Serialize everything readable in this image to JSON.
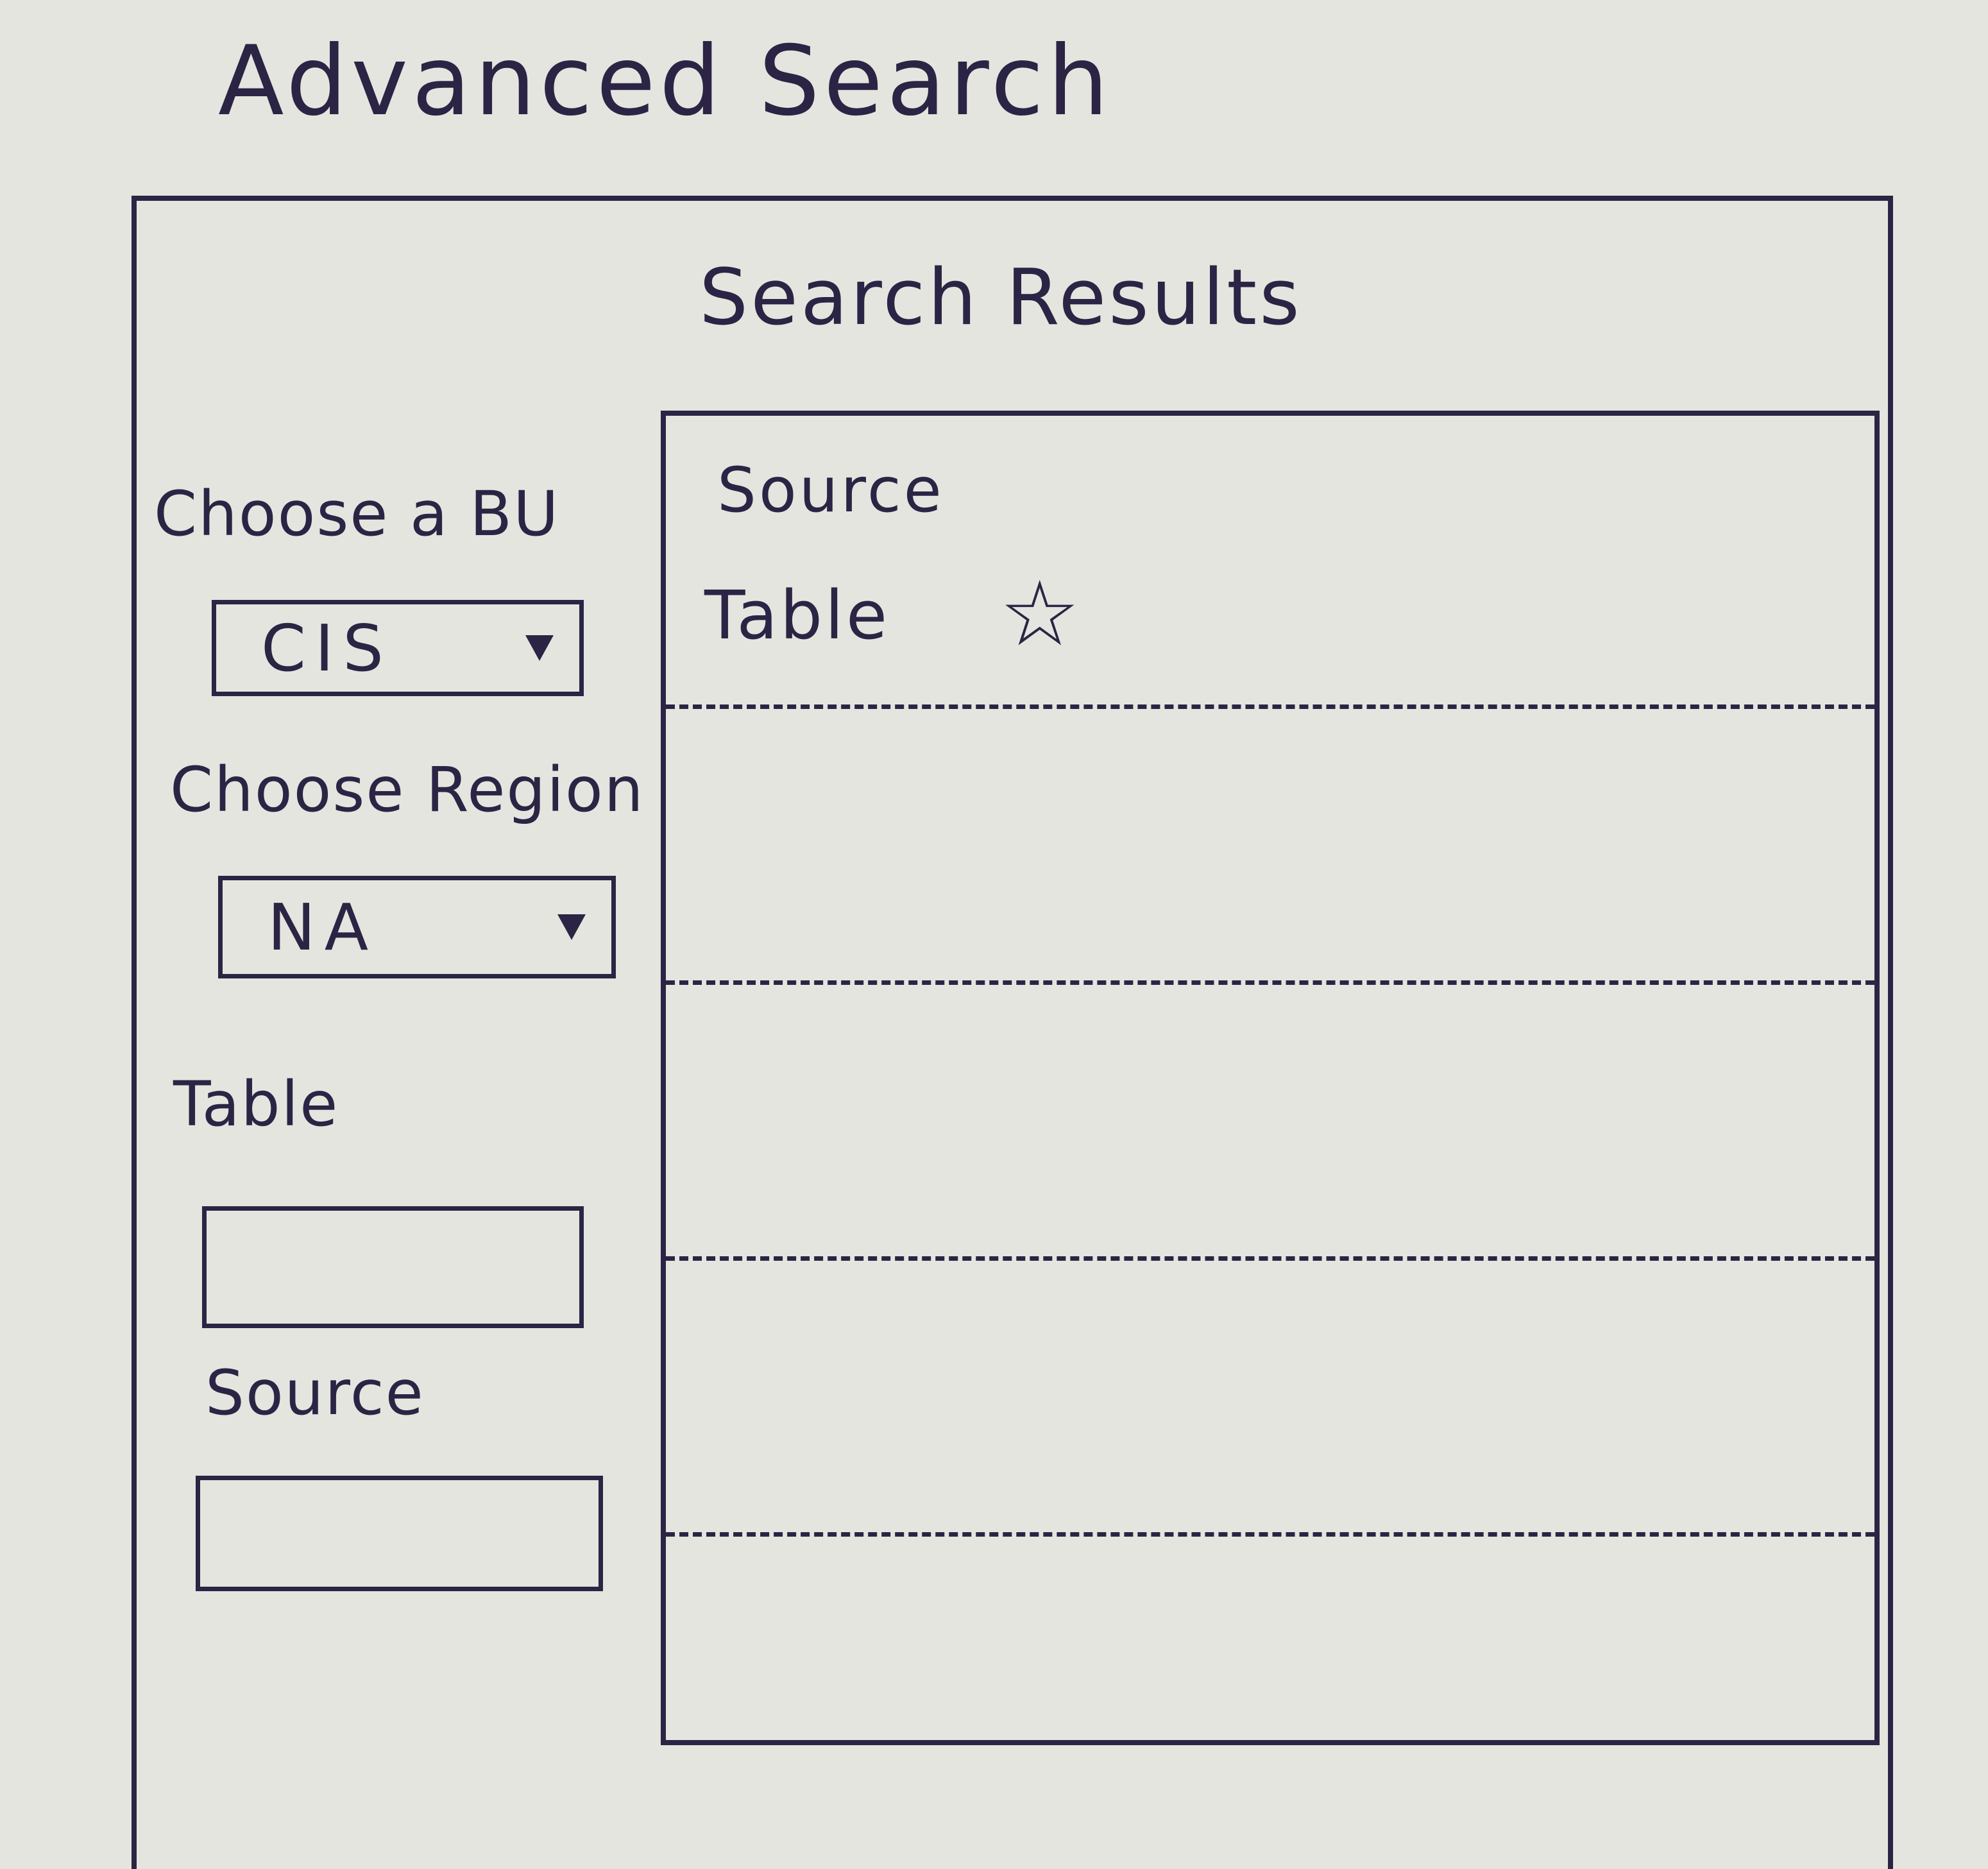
{
  "page": {
    "title": "Advanced Search"
  },
  "results": {
    "title": "Search Results",
    "header_source": "Source",
    "header_table": "Table",
    "favorite_icon": "star-icon",
    "rows": [
      {},
      {},
      {},
      {}
    ]
  },
  "filters": {
    "bu": {
      "label": "Choose a BU",
      "value": "CIS"
    },
    "region": {
      "label": "Choose Region",
      "value": "NA"
    },
    "table": {
      "label": "Table",
      "value": ""
    },
    "source": {
      "label": "Source",
      "value": ""
    }
  }
}
